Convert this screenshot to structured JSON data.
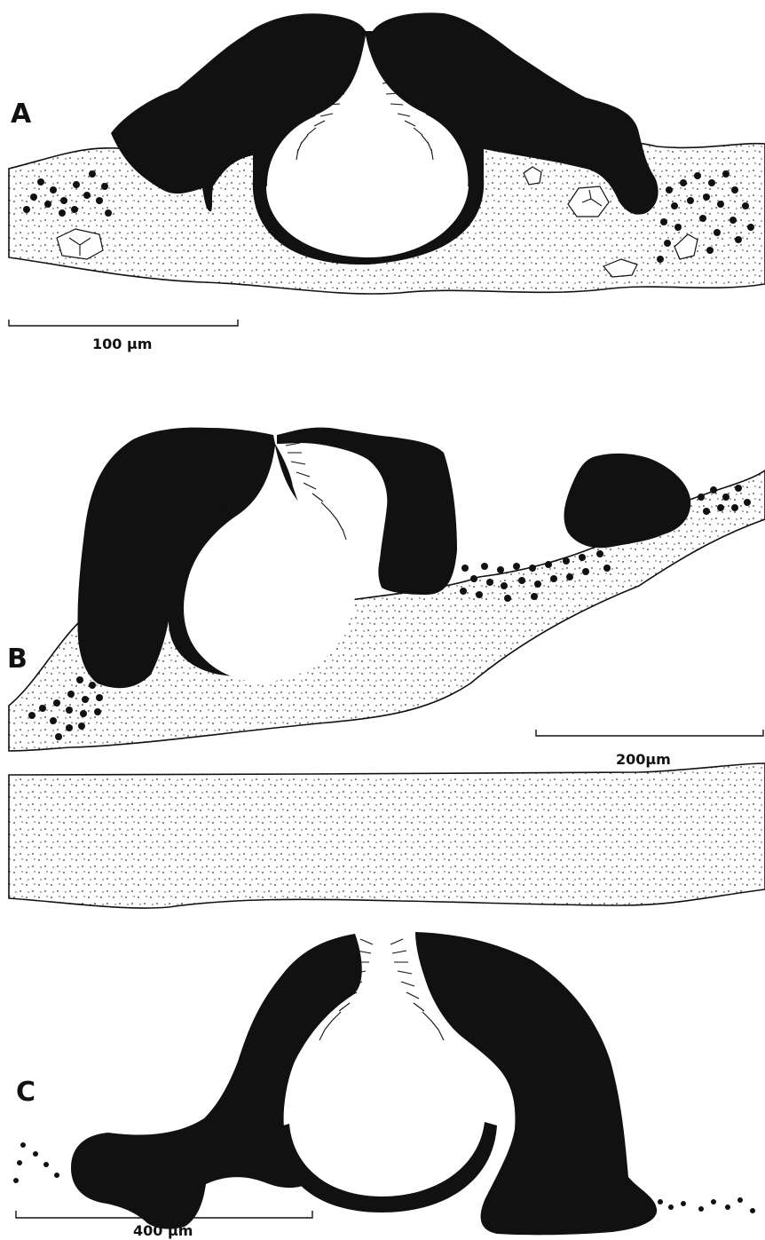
{
  "panels": [
    {
      "id": "A",
      "label": "A",
      "scale_label": "100 µm"
    },
    {
      "id": "B",
      "label": "B",
      "scale_label": "200µm"
    },
    {
      "id": "C",
      "label": "C",
      "scale_label": "400 µm"
    }
  ],
  "colors": {
    "ink": "#111111",
    "background": "#ffffff",
    "stipple": "#333333"
  }
}
